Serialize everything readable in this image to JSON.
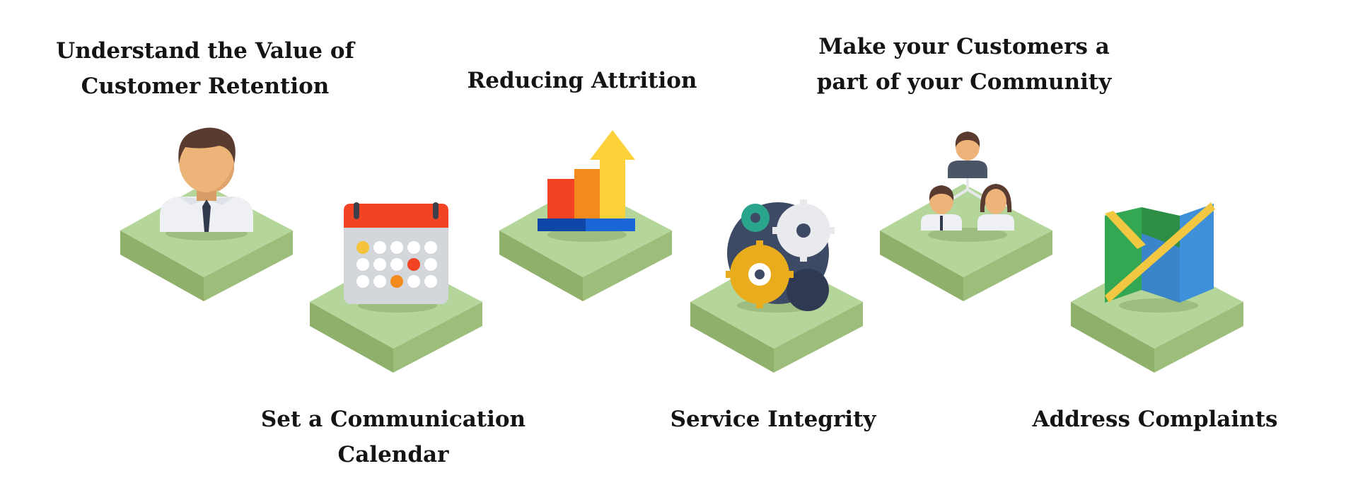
{
  "steps": [
    {
      "id": "value-of-retention",
      "lines": [
        "Understand the Value of",
        "Customer Retention"
      ],
      "icon": "businessman-icon"
    },
    {
      "id": "communication-calendar",
      "lines": [
        "Set a Communication",
        "Calendar"
      ],
      "icon": "calendar-icon"
    },
    {
      "id": "reducing-attrition",
      "lines": [
        "Reducing Attrition"
      ],
      "icon": "bar-chart-arrow-icon"
    },
    {
      "id": "service-integrity",
      "lines": [
        "Service Integrity"
      ],
      "icon": "gears-icon"
    },
    {
      "id": "customers-community",
      "lines": [
        "Make your Customers a",
        "part of your Community"
      ],
      "icon": "people-network-icon"
    },
    {
      "id": "address-complaints",
      "lines": [
        "Address Complaints"
      ],
      "icon": "map-icon"
    }
  ],
  "colors": {
    "platform_top": "#b5d69a",
    "platform_left": "#8fb06a",
    "platform_right": "#9dbd7b",
    "text": "#141414"
  }
}
